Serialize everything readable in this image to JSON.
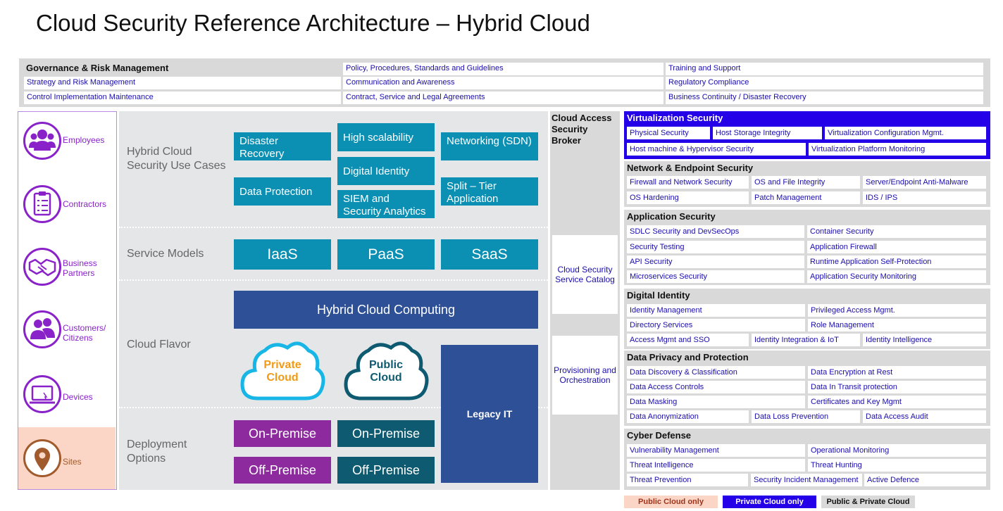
{
  "title": "Cloud Security Reference Architecture – Hybrid Cloud",
  "governance": {
    "title": "Governance & Risk Management",
    "items": [
      "Strategy and Risk Management",
      "Control Implementation Maintenance",
      "Policy, Procedures, Standards and Guidelines",
      "Communication and Awareness",
      "Contract, Service and Legal Agreements",
      "Training and Support",
      "Regulatory Compliance",
      "Business Continuity / Disaster Recovery"
    ]
  },
  "stakeholders": [
    {
      "label": "Employees",
      "icon": "employees-icon"
    },
    {
      "label": "Contractors",
      "icon": "clipboard-icon"
    },
    {
      "label": "Business Partners",
      "icon": "handshake-icon"
    },
    {
      "label": "Customers/ Citizens",
      "icon": "customers-icon"
    },
    {
      "label": "Devices",
      "icon": "laptop-icon"
    },
    {
      "label": "Sites",
      "icon": "location-pin-icon"
    }
  ],
  "middle": {
    "rows": {
      "use_cases": "Hybrid Cloud Security Use Cases",
      "service_models": "Service Models",
      "cloud_flavor": "Cloud Flavor",
      "deployment": "Deployment Options"
    },
    "use_cases": [
      "Disaster Recovery",
      "Data Protection",
      "High scalability",
      "Digital Identity",
      "SIEM and Security Analytics",
      "Networking (SDN)",
      "Split – Tier Application"
    ],
    "service_models": [
      "IaaS",
      "PaaS",
      "SaaS"
    ],
    "hybrid": "Hybrid Cloud Computing",
    "private_cloud": "Private Cloud",
    "public_cloud": "Public Cloud",
    "legacy": "Legacy IT",
    "deployment": {
      "private_on": "On-Premise",
      "private_off": "Off-Premise",
      "public_on": "On-Premise",
      "public_off": "Off-Premise"
    }
  },
  "broker": {
    "title": "Cloud Access Security Broker",
    "catalog": "Cloud Security Service Catalog",
    "provisioning": "Provisioning and Orchestration"
  },
  "sections": {
    "virtualization": {
      "title": "Virtualization Security",
      "items": [
        "Physical Security",
        "Host Storage Integrity",
        "Virtualization Configuration Mgmt.",
        "Host machine & Hypervisor Security",
        "Virtualization Platform Monitoring"
      ]
    },
    "network": {
      "title": "Network & Endpoint Security",
      "items": [
        "Firewall and Network Security",
        "OS and File Integrity",
        "Server/Endpoint Anti-Malware",
        "OS Hardening",
        "Patch Management",
        "IDS / IPS"
      ]
    },
    "application": {
      "title": "Application Security",
      "items": [
        "SDLC Security and DevSecOps",
        "Container Security",
        "Security Testing",
        "Application Firewall",
        "API Security",
        "Runtime Application Self-Protection",
        "Microservices Security",
        "Application Security Monitoring"
      ]
    },
    "identity": {
      "title": "Digital Identity",
      "items": [
        "Identity Management",
        "Privileged Access Mgmt.",
        "Directory Services",
        "Role Management",
        "Access Mgmt and SSO",
        "Identity Integration & IoT",
        "Identity Intelligence"
      ]
    },
    "privacy": {
      "title": "Data Privacy and Protection",
      "items": [
        "Data Discovery & Classification",
        "Data Encryption at Rest",
        "Data Access Controls",
        "Data In Transit protection",
        "Data Masking",
        "Certificates and Key Mgmt",
        "Data Anonymization",
        "Data Loss Prevention",
        "Data Access Audit"
      ]
    },
    "cyber": {
      "title": "Cyber Defense",
      "items": [
        "Vulnerability Management",
        "Operational Monitoring",
        "Threat Intelligence",
        "Threat Hunting",
        "Threat Prevention",
        "Security Incident Management",
        "Active Defence"
      ]
    }
  },
  "legend": {
    "public_only": "Public Cloud only",
    "private_only": "Private Cloud only",
    "both": "Public & Private Cloud"
  },
  "colors": {
    "purple": "#8a22c9",
    "teal": "#0b8fb3",
    "dark_teal": "#0e5a70",
    "navy": "#2e5097",
    "virtualization_blue": "#2400e8",
    "private_orange": "#f29a14",
    "sites_peach": "#fbd5c5"
  }
}
